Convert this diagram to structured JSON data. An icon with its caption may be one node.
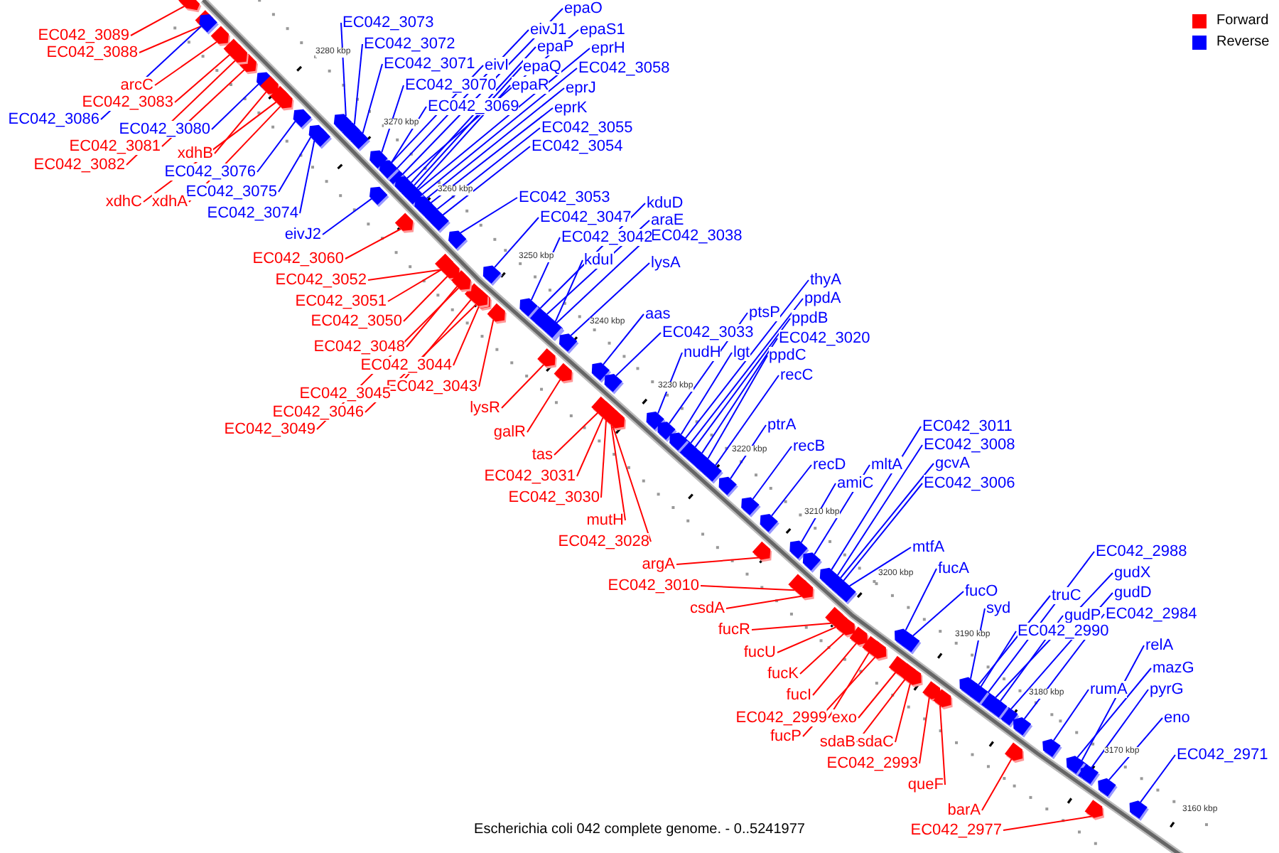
{
  "diagram": {
    "caption": "Escherichia coli 042 complete genome. - 0..5241977",
    "nodes": [
      {
        "text": [
          "EC042_3089"
        ]
      },
      {
        "text": [
          "EC042_3088"
        ]
      },
      {
        "text": [
          "arcC"
        ]
      },
      {
        "text": [
          "EC042_3083"
        ]
      },
      {
        "text": [
          "EC042_3086"
        ]
      },
      {
        "text": [
          "EC042_3080"
        ]
      },
      {
        "text": [
          "EC042_3081"
        ]
      },
      {
        "text": [
          "xdhB"
        ]
      },
      {
        "text": [
          "EC042_3082"
        ]
      },
      {
        "text": [
          "EC042_3076"
        ]
      },
      {
        "text": [
          "EC042_3075"
        ]
      },
      {
        "text": [
          "xdhC"
        ]
      },
      {
        "text": [
          "xdhA"
        ]
      },
      {
        "text": [
          "EC042_3074"
        ]
      },
      {
        "text": [
          "eivJ2"
        ]
      },
      {
        "text": [
          "EC042_3060"
        ]
      },
      {
        "text": [
          "EC042_3073"
        ]
      },
      {
        "text": [
          "EC042_3072"
        ]
      },
      {
        "text": [
          "EC042_3071"
        ]
      },
      {
        "text": [
          "epaO"
        ]
      },
      {
        "text": [
          "eivJ1"
        ]
      },
      {
        "text": [
          "epaS1"
        ]
      },
      {
        "text": [
          "epaP"
        ]
      },
      {
        "text": [
          "eprH"
        ]
      },
      {
        "text": [
          "eivI"
        ]
      },
      {
        "text": [
          "epaQ"
        ]
      },
      {
        "text": [
          "EC042_3058"
        ]
      },
      {
        "text": [
          "EC042_3070"
        ]
      },
      {
        "text": [
          "epaR"
        ]
      },
      {
        "text": [
          "eprJ"
        ]
      },
      {
        "text": [
          "EC042_3069"
        ]
      },
      {
        "text": [
          "eprK"
        ]
      },
      {
        "text": [
          "EC042_3055"
        ]
      },
      {
        "text": [
          "EC042_3054"
        ]
      },
      {
        "text": [
          "EC042_3053"
        ]
      },
      {
        "text": [
          "EC042_3047"
        ]
      },
      {
        "text": [
          "kduD"
        ]
      },
      {
        "text": [
          "araE"
        ]
      },
      {
        "text": [
          "EC042_3038"
        ]
      },
      {
        "text": [
          "EC042_3042"
        ]
      },
      {
        "text": [
          "kduI"
        ]
      },
      {
        "text": [
          "lysA"
        ]
      },
      {
        "text": [
          "EC042_3052"
        ]
      },
      {
        "text": [
          "EC042_3051"
        ]
      },
      {
        "text": [
          "EC042_3050"
        ]
      },
      {
        "text": [
          "EC042_3048"
        ]
      },
      {
        "text": [
          "EC042_3044"
        ]
      },
      {
        "text": [
          "EC042_3043"
        ]
      },
      {
        "text": [
          "EC042_3045"
        ]
      },
      {
        "text": [
          "EC042_3046"
        ]
      },
      {
        "text": [
          "EC042_3049"
        ]
      },
      {
        "text": [
          "lysR"
        ]
      },
      {
        "text": [
          "galR"
        ]
      },
      {
        "text": [
          "tas"
        ]
      },
      {
        "text": [
          "EC042_3031"
        ]
      },
      {
        "text": [
          "EC042_3030"
        ]
      },
      {
        "text": [
          "mutH"
        ]
      },
      {
        "text": [
          "EC042_3028"
        ]
      },
      {
        "text": [
          "aas"
        ]
      },
      {
        "text": [
          "EC042_3033"
        ]
      },
      {
        "text": [
          "nudH"
        ]
      },
      {
        "text": [
          "thyA"
        ]
      },
      {
        "text": [
          "ppdA"
        ]
      },
      {
        "text": [
          "ptsP"
        ]
      },
      {
        "text": [
          "ppdB"
        ]
      },
      {
        "text": [
          "EC042_3020"
        ]
      },
      {
        "text": [
          "lgt"
        ]
      },
      {
        "text": [
          "ppdC"
        ]
      },
      {
        "text": [
          "recC"
        ]
      },
      {
        "text": [
          "ptrA"
        ]
      },
      {
        "text": [
          "recB"
        ]
      },
      {
        "text": [
          "recD"
        ]
      },
      {
        "text": [
          "amiC"
        ]
      },
      {
        "text": [
          "mltA"
        ]
      },
      {
        "text": [
          "EC042_3011"
        ]
      },
      {
        "text": [
          "EC042_3008"
        ]
      },
      {
        "text": [
          "gcvA"
        ]
      },
      {
        "text": [
          "EC042_3006"
        ]
      },
      {
        "text": [
          "mtfA"
        ]
      },
      {
        "text": [
          "argA"
        ]
      },
      {
        "text": [
          "EC042_3010"
        ]
      },
      {
        "text": [
          "csdA"
        ]
      },
      {
        "text": [
          "fucR"
        ]
      },
      {
        "text": [
          "fucU"
        ]
      },
      {
        "text": [
          "fucK"
        ]
      },
      {
        "text": [
          "fucI"
        ]
      },
      {
        "text": [
          "EC042_2999"
        ]
      },
      {
        "text": [
          "exo"
        ]
      },
      {
        "text": [
          "fucP"
        ]
      },
      {
        "text": [
          "sdaB"
        ]
      },
      {
        "text": [
          "sdaC"
        ]
      },
      {
        "text": [
          "EC042_2993"
        ]
      },
      {
        "text": [
          "queF"
        ]
      },
      {
        "text": [
          "barA"
        ]
      },
      {
        "text": [
          "EC042_2977"
        ]
      },
      {
        "text": [
          "fucA"
        ]
      },
      {
        "text": [
          "fucO"
        ]
      },
      {
        "text": [
          "syd"
        ]
      },
      {
        "text": [
          "EC042_2988"
        ]
      },
      {
        "text": [
          "gudX"
        ]
      },
      {
        "text": [
          "gudD"
        ]
      },
      {
        "text": [
          "truC"
        ]
      },
      {
        "text": [
          "EC042_2984"
        ]
      },
      {
        "text": [
          "gudP"
        ]
      },
      {
        "text": [
          "EC042_2990"
        ]
      },
      {
        "text": [
          "relA"
        ]
      },
      {
        "text": [
          "mazG"
        ]
      },
      {
        "text": [
          "rumA"
        ]
      },
      {
        "text": [
          "pyrG"
        ]
      },
      {
        "text": [
          "eno"
        ]
      },
      {
        "text": [
          "EC042_2971"
        ]
      },
      {
        "text": [],
        "shape": "bar"
      },
      {
        "text": [],
        "shape": "bar"
      },
      {
        "text": [],
        "shape": "bar"
      },
      {
        "text": [],
        "shape": "bar"
      },
      {
        "text": [],
        "shape": "bar"
      },
      {
        "text": [],
        "shape": "bar"
      },
      {
        "text": [],
        "shape": "bar"
      },
      {
        "text": [],
        "shape": "bar"
      },
      {
        "text": [],
        "shape": "bar"
      },
      {
        "text": [],
        "shape": "bar"
      },
      {
        "text": [],
        "shape": "bar"
      },
      {
        "text": [],
        "shape": "bar"
      },
      {
        "text": [],
        "shape": "bar"
      },
      {
        "text": [],
        "shape": "bar"
      },
      {
        "text": [],
        "shape": "bar"
      },
      {
        "text": [],
        "shape": "bar"
      },
      {
        "text": [],
        "shape": "bar"
      },
      {
        "text": [],
        "shape": "bar"
      },
      {
        "text": [],
        "shape": "bar"
      },
      {
        "text": [],
        "shape": "bar"
      },
      {
        "text": [],
        "shape": "bar"
      },
      {
        "text": [],
        "shape": "bar"
      },
      {
        "text": [],
        "shape": "bar"
      },
      {
        "text": [],
        "shape": "bar"
      },
      {
        "text": [],
        "shape": "bar"
      },
      {
        "text": [],
        "shape": "bar"
      },
      {
        "text": [],
        "shape": "bar"
      },
      {
        "text": [],
        "shape": "bar"
      },
      {
        "text": [],
        "shape": "bar"
      },
      {
        "text": [],
        "shape": "bar"
      },
      {
        "text": [],
        "shape": "bar"
      },
      {
        "text": [],
        "shape": "bar"
      },
      {
        "text": [],
        "shape": "bar"
      },
      {
        "text": [],
        "shape": "bar"
      },
      {
        "text": [],
        "shape": "bar"
      },
      {
        "text": [],
        "shape": "bar"
      },
      {
        "text": [],
        "shape": "bar"
      },
      {
        "text": [],
        "shape": "bar"
      },
      {
        "text": [],
        "shape": "bar"
      },
      {
        "text": [],
        "shape": "bar"
      },
      {
        "text": [],
        "shape": "bar"
      },
      {
        "text": [],
        "shape": "bar"
      },
      {
        "text": [],
        "shape": "bar"
      },
      {
        "text": [],
        "shape": "bar"
      },
      {
        "text": [],
        "shape": "bar"
      },
      {
        "text": [],
        "shape": "bar"
      },
      {
        "text": [],
        "shape": "bar"
      },
      {
        "text": [],
        "shape": "bar"
      },
      {
        "text": [],
        "shape": "bar"
      },
      {
        "text": [],
        "shape": "bar"
      },
      {
        "text": [],
        "shape": "bar"
      },
      {
        "text": [],
        "shape": "bar"
      },
      {
        "text": [],
        "shape": "bar"
      },
      {
        "text": [],
        "shape": "bar"
      },
      {
        "text": [],
        "shape": "bar"
      },
      {
        "text": [],
        "shape": "bar"
      },
      {
        "text": [],
        "shape": "bar"
      },
      {
        "text": [],
        "shape": "bar"
      },
      {
        "text": [],
        "shape": "bar"
      },
      {
        "text": [],
        "shape": "bar"
      },
      {
        "text": [],
        "shape": "bar"
      },
      {
        "text": [],
        "shape": "bar"
      },
      {
        "text": [],
        "shape": "bar"
      },
      {
        "text": [],
        "shape": "bar"
      },
      {
        "text": [],
        "shape": "bar"
      },
      {
        "text": [],
        "shape": "bar"
      },
      {
        "text": [],
        "shape": "bar"
      },
      {
        "text": [],
        "shape": "bar"
      },
      {
        "text": [],
        "shape": "bar"
      },
      {
        "text": [],
        "shape": "bar"
      },
      {
        "text": [],
        "shape": "bar"
      },
      {
        "text": [],
        "shape": "bar"
      },
      {
        "text": [],
        "shape": "bar"
      },
      {
        "text": [],
        "shape": "bar"
      },
      {
        "text": [],
        "shape": "bar"
      },
      {
        "text": [],
        "shape": "bar"
      },
      {
        "text": [],
        "shape": "bar"
      },
      {
        "text": [],
        "shape": "bar"
      },
      {
        "text": [],
        "shape": "bar"
      },
      {
        "text": [],
        "shape": "bar"
      },
      {
        "text": [],
        "shape": "bar"
      },
      {
        "text": [],
        "shape": "bar"
      },
      {
        "text": [],
        "shape": "bar"
      },
      {
        "text": [],
        "shape": "bar"
      },
      {
        "text": [],
        "shape": "bar"
      },
      {
        "text": [],
        "shape": "bar"
      },
      {
        "text": [],
        "shape": "bar"
      },
      {
        "text": [],
        "shape": "bar"
      },
      {
        "text": [],
        "shape": "bar"
      },
      {
        "text": [],
        "shape": "bar"
      },
      {
        "text": [],
        "shape": "bar"
      },
      {
        "text": [],
        "shape": "bar"
      },
      {
        "text": [],
        "shape": "bar"
      },
      {
        "text": [],
        "shape": "bar"
      },
      {
        "text": [],
        "shape": "bar"
      },
      {
        "text": [],
        "shape": "bar"
      },
      {
        "text": [],
        "shape": "bar"
      },
      {
        "text": [],
        "shape": "bar"
      },
      {
        "text": [],
        "shape": "bar"
      },
      {
        "text": [],
        "shape": "bar"
      },
      {
        "text": [],
        "shape": "bar"
      },
      {
        "text": [],
        "shape": "bar"
      },
      {
        "text": [],
        "shape": "bar"
      },
      {
        "text": [],
        "shape": "bar"
      },
      {
        "text": [],
        "shape": "bar"
      },
      {
        "text": [],
        "shape": "bar"
      },
      {
        "text": [],
        "shape": "bar"
      },
      {
        "text": [],
        "shape": "bar"
      },
      {
        "text": [],
        "shape": "bar"
      },
      {
        "text": [],
        "shape": "bar"
      },
      {
        "text": [],
        "shape": "bar"
      }
    ],
    "edges": [
      {
        "from": 0,
        "to": 111,
        "arrow": "none",
        "color": "#ff0000"
      },
      {
        "from": 1,
        "to": 112,
        "arrow": "none",
        "color": "#ff0000"
      },
      {
        "from": 2,
        "to": 113,
        "arrow": "none",
        "color": "#ff0000"
      },
      {
        "from": 3,
        "to": 114,
        "arrow": "none",
        "color": "#ff0000"
      },
      {
        "from": 4,
        "to": 115,
        "arrow": "none"
      },
      {
        "from": 5,
        "to": 116,
        "arrow": "none"
      },
      {
        "from": 6,
        "to": 117,
        "arrow": "none",
        "color": "#ff0000"
      },
      {
        "from": 7,
        "to": 118,
        "arrow": "none",
        "color": "#ff0000"
      },
      {
        "from": 8,
        "to": 119,
        "arrow": "none",
        "color": "#ff0000"
      },
      {
        "from": 9,
        "to": 120,
        "arrow": "none"
      },
      {
        "from": 10,
        "to": 121,
        "arrow": "none"
      },
      {
        "from": 11,
        "to": 122,
        "arrow": "none",
        "color": "#ff0000"
      },
      {
        "from": 12,
        "to": 123,
        "arrow": "none",
        "color": "#ff0000"
      },
      {
        "from": 13,
        "to": 124,
        "arrow": "none"
      },
      {
        "from": 14,
        "to": 125,
        "arrow": "none"
      },
      {
        "from": 15,
        "to": 126,
        "arrow": "none",
        "color": "#ff0000"
      },
      {
        "from": 16,
        "to": 127,
        "arrow": "none"
      },
      {
        "from": 17,
        "to": 128,
        "arrow": "none"
      },
      {
        "from": 18,
        "to": 129,
        "arrow": "none"
      },
      {
        "from": 19,
        "to": 130,
        "arrow": "none"
      },
      {
        "from": 20,
        "to": 131,
        "arrow": "none"
      },
      {
        "from": 21,
        "to": 132,
        "arrow": "none"
      },
      {
        "from": 22,
        "to": 133,
        "arrow": "none"
      },
      {
        "from": 23,
        "to": 134,
        "arrow": "none"
      },
      {
        "from": 24,
        "to": 135,
        "arrow": "none"
      },
      {
        "from": 25,
        "to": 136,
        "arrow": "none"
      },
      {
        "from": 26,
        "to": 137,
        "arrow": "none"
      },
      {
        "from": 27,
        "to": 138,
        "arrow": "none"
      },
      {
        "from": 28,
        "to": 139,
        "arrow": "none"
      },
      {
        "from": 29,
        "to": 140,
        "arrow": "none"
      },
      {
        "from": 30,
        "to": 141,
        "arrow": "none"
      },
      {
        "from": 31,
        "to": 142,
        "arrow": "none"
      },
      {
        "from": 32,
        "to": 143,
        "arrow": "none"
      },
      {
        "from": 33,
        "to": 144,
        "arrow": "none"
      },
      {
        "from": 34,
        "to": 145,
        "arrow": "none"
      },
      {
        "from": 35,
        "to": 146,
        "arrow": "none"
      },
      {
        "from": 36,
        "to": 147,
        "arrow": "none"
      },
      {
        "from": 37,
        "to": 148,
        "arrow": "none"
      },
      {
        "from": 38,
        "to": 149,
        "arrow": "none"
      },
      {
        "from": 39,
        "to": 150,
        "arrow": "none"
      },
      {
        "from": 40,
        "to": 151,
        "arrow": "none"
      },
      {
        "from": 41,
        "to": 152,
        "arrow": "none"
      },
      {
        "from": 42,
        "to": 153,
        "arrow": "none",
        "color": "#ff0000"
      },
      {
        "from": 43,
        "to": 154,
        "arrow": "none",
        "color": "#ff0000"
      },
      {
        "from": 44,
        "to": 155,
        "arrow": "none",
        "color": "#ff0000"
      },
      {
        "from": 45,
        "to": 156,
        "arrow": "none",
        "color": "#ff0000"
      },
      {
        "from": 46,
        "to": 157,
        "arrow": "none",
        "color": "#ff0000"
      },
      {
        "from": 47,
        "to": 158,
        "arrow": "none",
        "color": "#ff0000"
      },
      {
        "from": 48,
        "to": 159,
        "arrow": "none",
        "color": "#ff0000"
      },
      {
        "from": 49,
        "to": 160,
        "arrow": "none",
        "color": "#ff0000"
      },
      {
        "from": 50,
        "to": 161,
        "arrow": "none",
        "color": "#ff0000"
      },
      {
        "from": 51,
        "to": 162,
        "arrow": "none",
        "color": "#ff0000"
      },
      {
        "from": 52,
        "to": 163,
        "arrow": "none",
        "color": "#ff0000"
      },
      {
        "from": 53,
        "to": 164,
        "arrow": "none",
        "color": "#ff0000"
      },
      {
        "from": 54,
        "to": 165,
        "arrow": "none",
        "color": "#ff0000"
      },
      {
        "from": 55,
        "to": 166,
        "arrow": "none",
        "color": "#ff0000"
      },
      {
        "from": 56,
        "to": 167,
        "arrow": "none",
        "color": "#ff0000"
      },
      {
        "from": 57,
        "to": 168,
        "arrow": "none",
        "color": "#ff0000"
      },
      {
        "from": 58,
        "to": 169,
        "arrow": "none"
      },
      {
        "from": 59,
        "to": 170,
        "arrow": "none"
      },
      {
        "from": 60,
        "to": 171,
        "arrow": "none"
      },
      {
        "from": 61,
        "to": 172,
        "arrow": "none"
      },
      {
        "from": 62,
        "to": 173,
        "arrow": "none"
      },
      {
        "from": 63,
        "to": 174,
        "arrow": "none"
      },
      {
        "from": 64,
        "to": 175,
        "arrow": "none"
      },
      {
        "from": 65,
        "to": 176,
        "arrow": "none"
      },
      {
        "from": 66,
        "to": 177,
        "arrow": "none"
      },
      {
        "from": 67,
        "to": 178,
        "arrow": "none"
      },
      {
        "from": 68,
        "to": 179,
        "arrow": "none"
      },
      {
        "from": 69,
        "to": 180,
        "arrow": "none"
      },
      {
        "from": 70,
        "to": 181,
        "arrow": "none"
      },
      {
        "from": 71,
        "to": 182,
        "arrow": "none"
      },
      {
        "from": 72,
        "to": 183,
        "arrow": "none"
      },
      {
        "from": 73,
        "to": 184,
        "arrow": "none"
      },
      {
        "from": 74,
        "to": 185,
        "arrow": "none"
      },
      {
        "from": 75,
        "to": 186,
        "arrow": "none"
      },
      {
        "from": 76,
        "to": 187,
        "arrow": "none"
      },
      {
        "from": 77,
        "to": 188,
        "arrow": "none"
      },
      {
        "from": 78,
        "to": 189,
        "arrow": "none"
      },
      {
        "from": 79,
        "to": 190,
        "arrow": "none",
        "color": "#ff0000"
      },
      {
        "from": 80,
        "to": 191,
        "arrow": "none",
        "color": "#ff0000"
      },
      {
        "from": 81,
        "to": 192,
        "arrow": "none",
        "color": "#ff0000"
      },
      {
        "from": 82,
        "to": 193,
        "arrow": "none",
        "color": "#ff0000"
      },
      {
        "from": 83,
        "to": 194,
        "arrow": "none",
        "color": "#ff0000"
      },
      {
        "from": 84,
        "to": 195,
        "arrow": "none",
        "color": "#ff0000"
      },
      {
        "from": 85,
        "to": 196,
        "arrow": "none",
        "color": "#ff0000"
      },
      {
        "from": 86,
        "to": 197,
        "arrow": "none",
        "color": "#ff0000"
      },
      {
        "from": 87,
        "to": 198,
        "arrow": "none",
        "color": "#ff0000"
      },
      {
        "from": 88,
        "to": 199,
        "arrow": "none",
        "color": "#ff0000"
      },
      {
        "from": 89,
        "to": 200,
        "arrow": "none",
        "color": "#ff0000"
      },
      {
        "from": 90,
        "to": 201,
        "arrow": "none",
        "color": "#ff0000"
      },
      {
        "from": 91,
        "to": 202,
        "arrow": "none",
        "color": "#ff0000"
      },
      {
        "from": 92,
        "to": 203,
        "arrow": "none",
        "color": "#ff0000"
      },
      {
        "from": 93,
        "to": 204,
        "arrow": "none",
        "color": "#ff0000"
      },
      {
        "from": 94,
        "to": 205,
        "arrow": "none",
        "color": "#ff0000"
      },
      {
        "from": 95,
        "to": 206,
        "arrow": "none"
      },
      {
        "from": 96,
        "to": 207,
        "arrow": "none"
      },
      {
        "from": 97,
        "to": 208,
        "arrow": "none"
      },
      {
        "from": 98,
        "to": 209,
        "arrow": "none"
      },
      {
        "from": 99,
        "to": 210,
        "arrow": "none"
      },
      {
        "from": 100,
        "to": 211,
        "arrow": "none"
      },
      {
        "from": 101,
        "to": 212,
        "arrow": "none"
      },
      {
        "from": 102,
        "to": 213,
        "arrow": "none"
      },
      {
        "from": 103,
        "to": 214,
        "arrow": "none"
      },
      {
        "from": 104,
        "to": 215,
        "arrow": "none"
      },
      {
        "from": 105,
        "to": 216,
        "arrow": "none"
      },
      {
        "from": 106,
        "to": 217,
        "arrow": "none"
      },
      {
        "from": 107,
        "to": 218,
        "arrow": "none"
      },
      {
        "from": 108,
        "to": 219,
        "arrow": "none"
      },
      {
        "from": 109,
        "to": 220,
        "arrow": "none"
      },
      {
        "from": 110,
        "to": 221,
        "arrow": "none"
      }
    ],
    "labels": [
      "3280 kbp",
      "3270 kbp",
      "3260 kbp",
      "3250 kbp",
      "3240 kbp",
      "3230 kbp",
      "3220 kbp",
      "3210 kbp",
      "3200 kbp",
      "3190 kbp",
      "3180 kbp",
      "3170 kbp",
      "3160 kbp"
    ],
    "legend": [
      {
        "text": "Forward",
        "color": "#ff0000"
      },
      {
        "text": "Reverse",
        "color": "#0000ff"
      }
    ]
  }
}
